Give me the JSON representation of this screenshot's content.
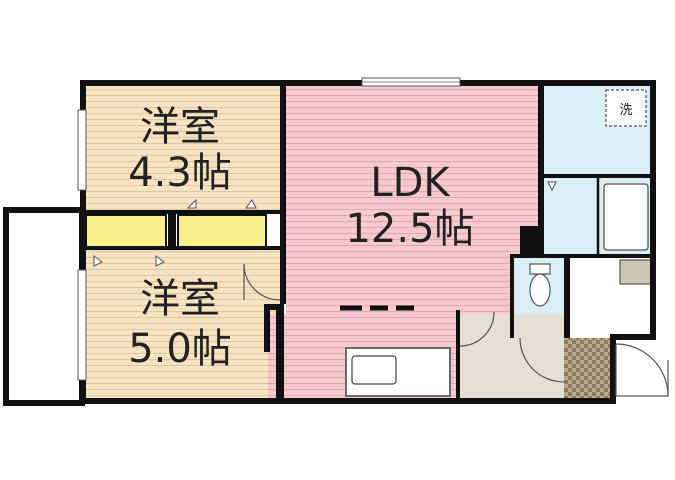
{
  "rooms": {
    "western_room_1": {
      "name": "洋室",
      "size": "4.3帖"
    },
    "western_room_2": {
      "name": "洋室",
      "size": "5.0帖"
    },
    "ldk": {
      "name": "LDK",
      "size": "12.5帖"
    }
  },
  "fixtures": {
    "washer_mark": "洗"
  },
  "colors": {
    "ldk_floor": "#f6c9ce",
    "western_floor": "#f6e3c2",
    "wet_area": "#daeef7",
    "closet": "#f7f08a",
    "entrance": "#e6dfd3",
    "wall": "#111111"
  }
}
